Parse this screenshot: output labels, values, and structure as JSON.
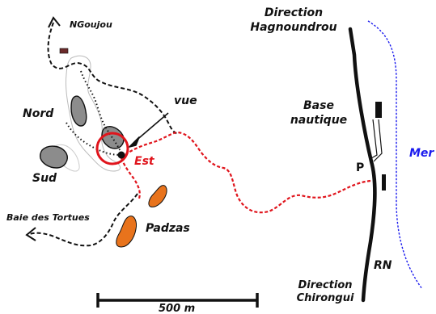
{
  "labels": {
    "ngoujou": "NGoujou",
    "direction_top_line1": "Direction",
    "direction_top_line2": "Hagnoundrou",
    "vue": "vue",
    "base_line1": "Base",
    "base_line2": "nautique",
    "nord": "Nord",
    "sud": "Sud",
    "est": "Est",
    "mer": "Mer",
    "p": "P",
    "baie": "Baie des Tortues",
    "padzas": "Padzas",
    "rn": "RN",
    "direction_bottom_line1": "Direction",
    "direction_bottom_line2": "Chirongui",
    "scale": "500 m"
  },
  "colors": {
    "trail_black": "#111111",
    "trail_red": "#e0141c",
    "sea_line": "#1a1aee",
    "mer_text": "#1a1aee",
    "est_text": "#e0141c",
    "rock_gray": "#8c8c8c",
    "padzas_orange": "#e8731c",
    "road": "#111111",
    "building": "#111111",
    "hut": "#6b2a2a"
  },
  "icons": {
    "viewpoint": "viewpoint-circle-icon",
    "arrow": "direction-arrow-icon",
    "building": "building-icon"
  }
}
